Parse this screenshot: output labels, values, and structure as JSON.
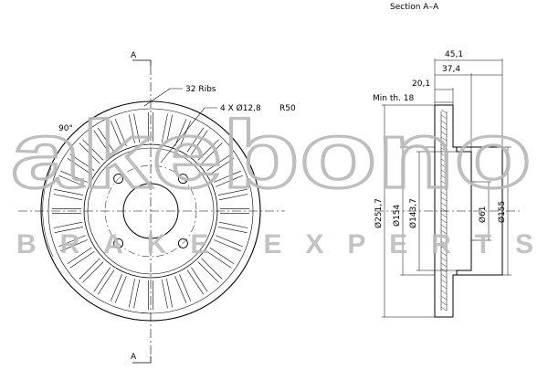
{
  "section_label": "Section A–A",
  "section_marks": {
    "top": "A",
    "bottom": "A"
  },
  "front_view": {
    "ribs_label": "32 Ribs",
    "holes_label": "4 X Ø12,8",
    "pcd_label": "R50",
    "angle_label": "90°",
    "rib_count": 32,
    "hole_count": 4
  },
  "section_view": {
    "dims_horizontal": [
      "45,1",
      "37,4",
      "20,1"
    ],
    "min_thickness_label": "Min th. 18",
    "dims_vertical": [
      "Ø251,7",
      "Ø154",
      "Ø143,7",
      "Ø61",
      "Ø155"
    ]
  },
  "watermark": {
    "logo_text": "akebono",
    "tagline": "BRAKE EXPERTS"
  },
  "colors": {
    "line": "#000000",
    "watermark": "#b8b8b8"
  }
}
